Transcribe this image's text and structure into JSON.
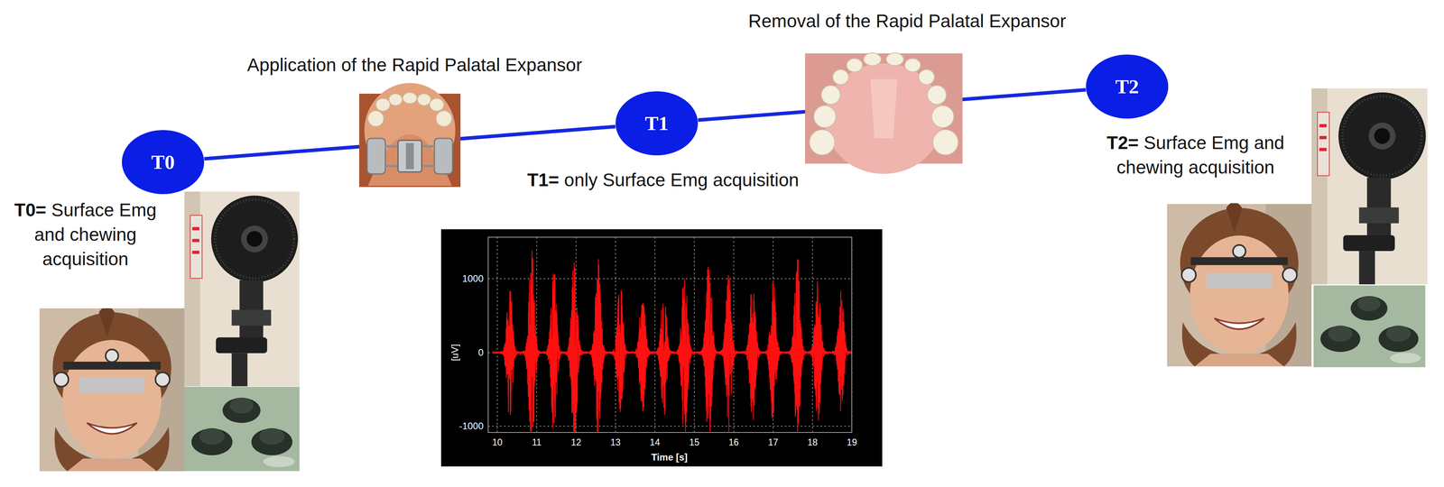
{
  "diagram": {
    "nodes": [
      {
        "text": [
          "T0"
        ]
      },
      {
        "text": [
          "T1"
        ]
      },
      {
        "text": [
          "T2"
        ]
      }
    ],
    "edges": [
      {
        "from": 0,
        "to": 1,
        "arrow": "none"
      },
      {
        "from": 1,
        "to": 2,
        "arrow": "none"
      }
    ],
    "labels": [
      "Application of the Rapid Palatal Expansor",
      "Removal of the Rapid Palatal Expansor",
      "T0=",
      "Surface Emg and chewing acquisition",
      "T1=",
      "only Surface Emg acquisition",
      "T2=",
      "Surface Emg and chewing acquisition",
      "1000",
      "0",
      "-1000",
      "[uV]",
      "10",
      "11",
      "12",
      "13",
      "14",
      "15",
      "16",
      "17",
      "18",
      "19",
      "Time [s]"
    ]
  }
}
